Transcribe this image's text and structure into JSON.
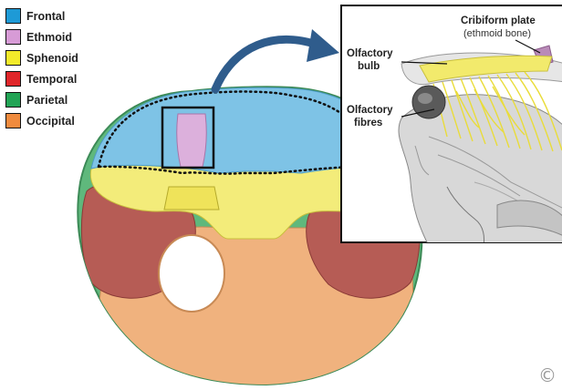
{
  "legend": [
    {
      "label": "Frontal",
      "color": "#1e9ad6"
    },
    {
      "label": "Ethmoid",
      "color": "#d79bd6"
    },
    {
      "label": "Sphenoid",
      "color": "#f3ea2a"
    },
    {
      "label": "Temporal",
      "color": "#e0262a"
    },
    {
      "label": "Parietal",
      "color": "#22a455"
    },
    {
      "label": "Occipital",
      "color": "#f08b3e"
    }
  ],
  "inset": {
    "cribriform_title": "Cribiform plate",
    "cribriform_sub": "(ethmoid bone)",
    "bulb_line1": "Olfactory",
    "bulb_line2": "bulb",
    "fibres_line1": "Olfactory",
    "fibres_line2": "fibres"
  },
  "copyright_symbol": "©",
  "colors": {
    "frontal_fill": "#7ec3e6",
    "ethmoid_fill": "#dcb0dc",
    "sphenoid_fill": "#f3ec7a",
    "temporal_fill": "#b65c55",
    "parietal_fill": "#5fb87c",
    "occipital_fill": "#f0b27e",
    "arrow": "#2f5c8c"
  }
}
